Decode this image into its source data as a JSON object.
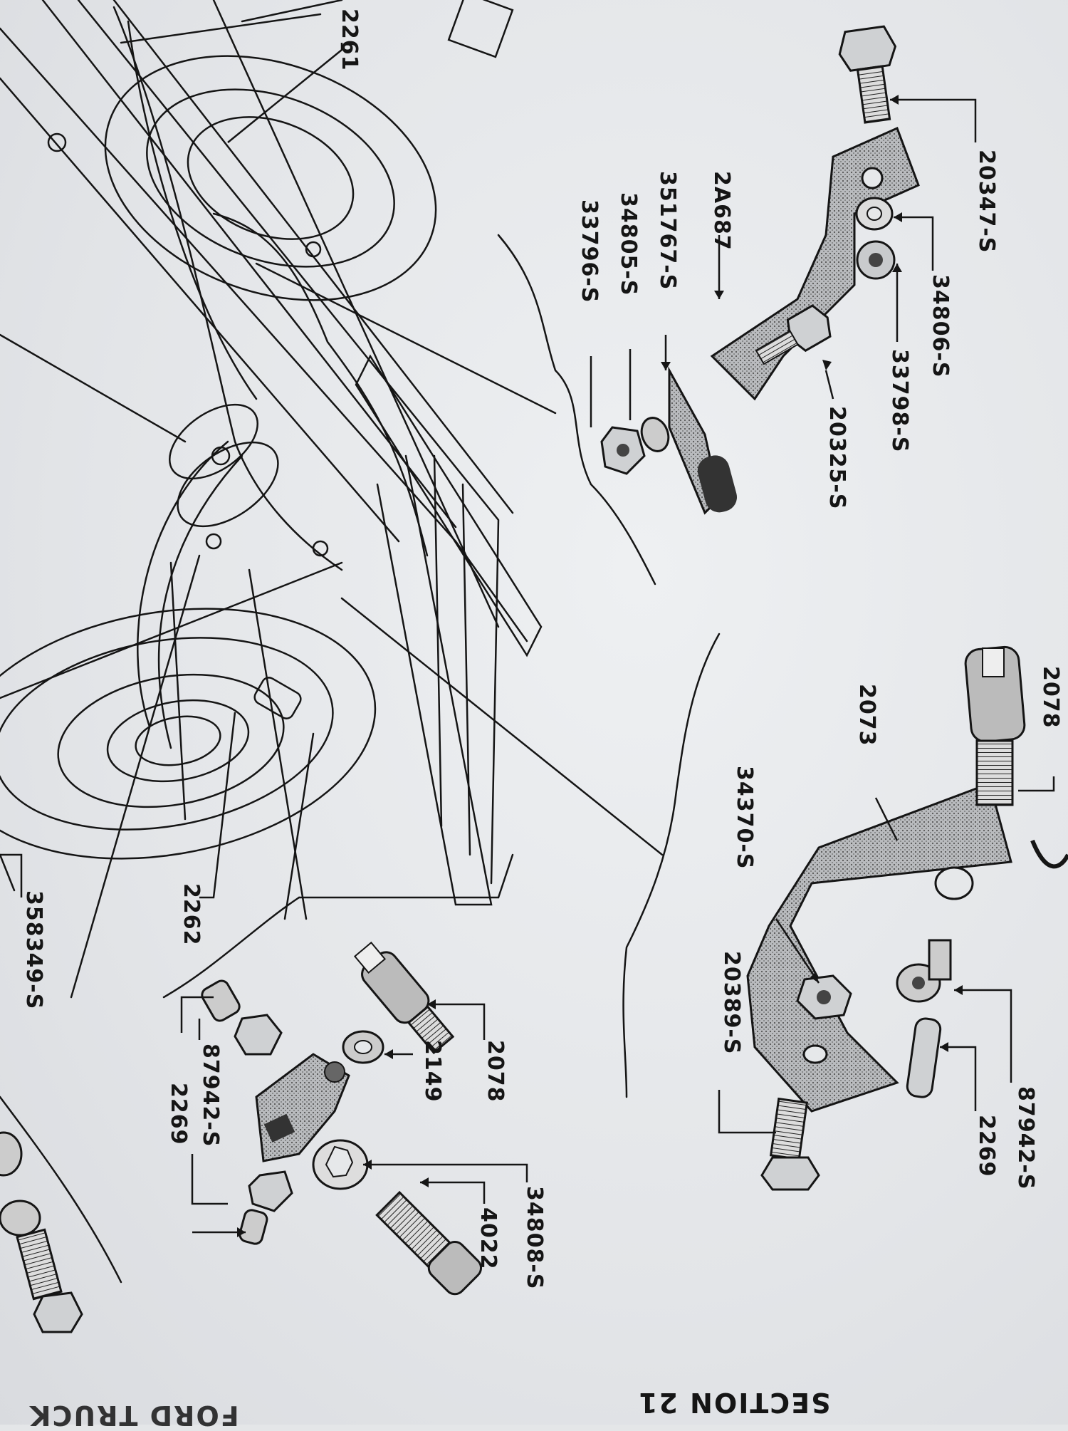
{
  "labels": {
    "p2261": "2261",
    "p20347s": "20347-S",
    "p34806s": "34806-S",
    "p33798s": "33798-S",
    "p20325s": "20325-S",
    "p2A687": "2A687",
    "p351767s": "351767-S",
    "p34805s": "34805-S",
    "p33796s": "33796-S",
    "p2078_top": "2078",
    "p2073": "2073",
    "p34370s": "34370-S",
    "p20389s": "20389-S",
    "p87942s_right": "87942-S",
    "p2269_right": "2269",
    "p2262": "2262",
    "p358349s": "358349-S",
    "p2078_bottom": "2078",
    "p2149": "2149",
    "p87942s_left": "87942-S",
    "p2269_left": "2269",
    "p34808s": "34808-S",
    "p4022": "4022"
  },
  "footer": {
    "section": "SECTION 21",
    "title": "FORD TRUCK"
  },
  "colors": {
    "ink": "#151515",
    "paper": "#e6e8ea",
    "shade": "#8a8c8f"
  }
}
